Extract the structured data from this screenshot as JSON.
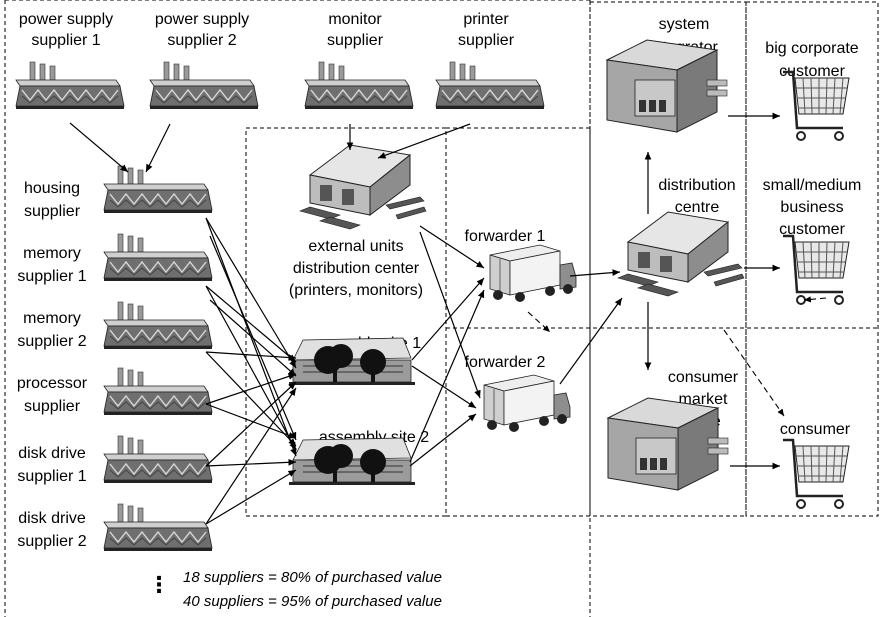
{
  "suppliers_top": [
    {
      "line1": "power supply",
      "line2": "supplier 1"
    },
    {
      "line1": "power supply",
      "line2": "supplier 2"
    },
    {
      "line1": "monitor",
      "line2": "supplier"
    },
    {
      "line1": "printer",
      "line2": "supplier"
    }
  ],
  "suppliers_left": [
    {
      "line1": "housing",
      "line2": "supplier"
    },
    {
      "line1": "memory",
      "line2": "supplier 1"
    },
    {
      "line1": "memory",
      "line2": "supplier 2"
    },
    {
      "line1": "processor",
      "line2": "supplier"
    },
    {
      "line1": "disk drive",
      "line2": "supplier 1"
    },
    {
      "line1": "disk drive",
      "line2": "supplier 2"
    }
  ],
  "external_units": {
    "line1": "external units",
    "line2": "distribution center",
    "line3": "(printers, monitors)"
  },
  "assembly": {
    "site1": "assembly site 1",
    "site2": "assembly site 2"
  },
  "forwarders": {
    "f1": "forwarder 1",
    "f2": "forwarder 2"
  },
  "system_integrator": {
    "line1": "system",
    "line2": "integrator"
  },
  "distribution_centre": {
    "line1": "distribution",
    "line2": "centre"
  },
  "consumer_store": {
    "line1": "consumer",
    "line2": "market",
    "line3": "store"
  },
  "customers": {
    "big": {
      "line1": "big corporate",
      "line2": "customer"
    },
    "small": {
      "line1": "small/medium",
      "line2": "business",
      "line3": "customer"
    },
    "consumer": "consumer"
  },
  "notes": {
    "ellipsis": "⋮",
    "line1": "18 suppliers = 80% of purchased value",
    "line2": "40 suppliers = 95% of purchased value"
  }
}
